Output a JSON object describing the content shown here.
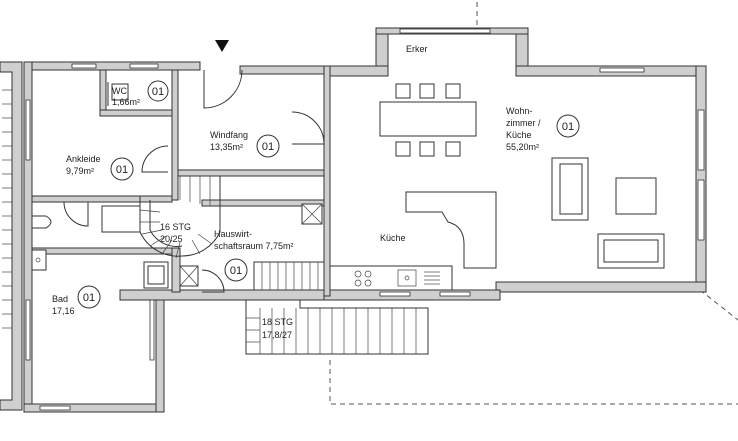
{
  "rooms": {
    "wc": {
      "name": "WC",
      "area": "1,66m²",
      "id": "01"
    },
    "ankleide": {
      "name": "Ankleide",
      "area": "9,79m²",
      "id": "01"
    },
    "windfang": {
      "name": "Windfang",
      "area": "13,35m²",
      "id": "01"
    },
    "erker": {
      "name": "Erker"
    },
    "wohnzimmer": {
      "name_line1": "Wohn-",
      "name_line2": "zimmer /",
      "name_line3": "Küche",
      "area": "55,20m²",
      "id": "01"
    },
    "kueche": {
      "name": "Küche"
    },
    "hauswirtschaft": {
      "name_line1": "Hauswirt-",
      "name_line2": "schaftsraum 7,75m²",
      "id": "01"
    },
    "bad": {
      "name": "Bad",
      "area": "17,16",
      "id": "01"
    }
  },
  "stairs": {
    "spiral": {
      "line1": "16 STG",
      "line2": "20/25"
    },
    "straight": {
      "line1": "18 STG",
      "line2": "17,8/27"
    }
  },
  "colors": {
    "wall_fill": "#cfcfcf",
    "line": "#333333"
  },
  "icons": {
    "entrance_marker": "triangle-down"
  }
}
